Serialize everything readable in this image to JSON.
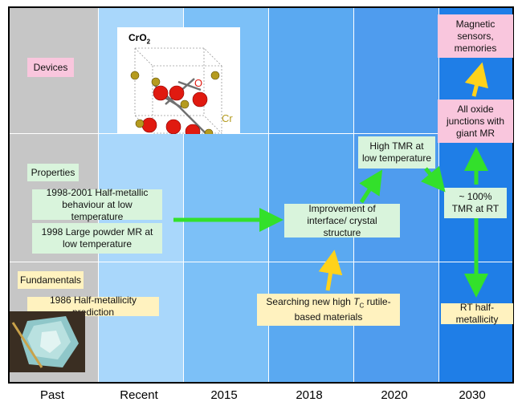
{
  "columns": [
    "Past",
    "Recent",
    "2015",
    "2018",
    "2020",
    "2030"
  ],
  "rows": {
    "devices": "Devices",
    "properties": "Properties",
    "fundamentals": "Fundamentals"
  },
  "boxes": {
    "half_metallic": "1998-2001 Half-metallic behaviour at low temperature",
    "powder_mr": "1998 Large powder MR at low temperature",
    "hm_prediction": "1986 Half-metallicity prediction",
    "interface": "Improvement of interface/ crystal structure",
    "searching_prefix": "Searching new high ",
    "searching_tc": "T",
    "searching_tc_sub": "C",
    "searching_suffix": " rutile-based materials",
    "high_tmr": "High TMR at low temperature",
    "tmr_100": "~ 100% TMR at RT",
    "oxide_junctions": "All oxide junctions with giant MR",
    "magnetic_sensors": "Magnetic sensors, memories",
    "rt_half": "RT half-metallicity"
  },
  "crystal": {
    "formula": "CrO",
    "formula_sub": "2",
    "atom_o": "O",
    "atom_cr": "Cr"
  },
  "colors": {
    "arrow_green": "#33e02b",
    "arrow_yellow": "#ffd21a",
    "atom_o": "#e01a10",
    "atom_cr": "#b59b1f"
  }
}
